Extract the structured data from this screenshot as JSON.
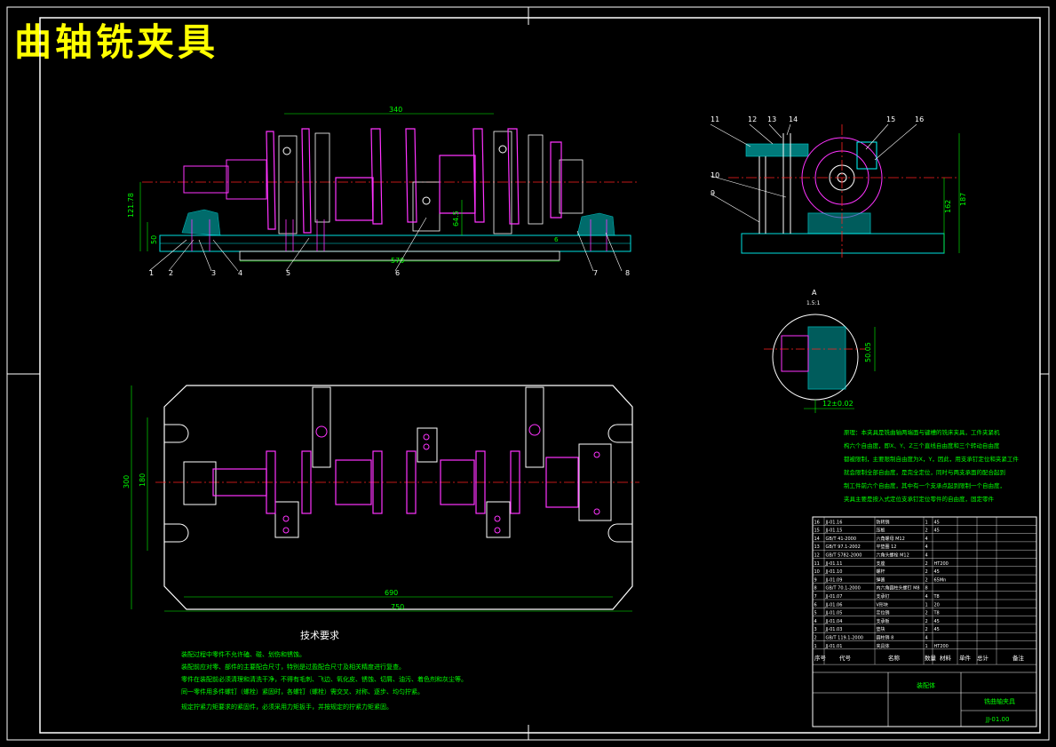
{
  "title": "曲轴铣夹具",
  "dimensions": {
    "front_top": "340",
    "front_bottom": "570",
    "front_left_a": "121.78",
    "front_left_b": "50",
    "front_mid": "64.5",
    "front_small": "6",
    "side_a": "162",
    "side_b": "187",
    "plan_bottom_a": "690",
    "plan_bottom_b": "750",
    "plan_left_a": "300",
    "plan_left_b": "180",
    "detail_a": "50.05",
    "detail_b": "12±0.02"
  },
  "detail_label": "A",
  "detail_scale": "1.5:1",
  "front_labels": [
    "1",
    "2",
    "3",
    "4",
    "5",
    "6",
    "7",
    "8"
  ],
  "side_labels": [
    "11",
    "12",
    "13",
    "14",
    "15",
    "16",
    "10",
    "9"
  ],
  "tech_title": "技术要求",
  "tech_lines": [
    "装配过程中零件不允许磕、碰、划伤和锈蚀。",
    "装配前应对零、部件的主要配合尺寸，特别是过盈配合尺寸及相关精度进行复查。",
    "零件在装配前必须清理和清洗干净，不得有毛刺、飞边、氧化皮、锈蚀、切屑、油污、着色剂和灰尘等。",
    "同一零件用多件螺钉（螺栓）紧固时，各螺钉（螺栓）需交叉、对称、逐步、均匀拧紧。",
    "规定拧紧力矩要求的紧固件，必须采用力矩扳手，并按规定的拧紧力矩紧固。"
  ],
  "note_lines": [
    "原理：本夹具是铣曲轴两端面与键槽的铣床夹具，工件夹紧机",
    "构六个自由度，即X、Y、Z三个直线自由度和三个转动自由度",
    "都被限制，主要限制自由度为X，Y，因此，用支承钉定位和夹紧工件",
    "就会限制全部自由度，是完全定位，同时与两支承面的配合起到",
    "制工件前六个自由度，其中有一个支承点起到限制一个自由度，",
    "夹具主要是按入式定位支承钉定位零件的自由度，固定零件"
  ],
  "bom_header": [
    "序号",
    "代号",
    "名称",
    "数量",
    "材料",
    "单件",
    "总计",
    "备注"
  ],
  "bom_rows": [
    [
      "16",
      "JJ-01.16",
      "防转销",
      "1",
      "45",
      ""
    ],
    [
      "15",
      "JJ-01.15",
      "压板",
      "2",
      "45",
      ""
    ],
    [
      "14",
      "GB/T 41-2000",
      "六角螺母 M12",
      "4",
      "",
      ""
    ],
    [
      "13",
      "GB/T 97.1-2002",
      "平垫圈 12",
      "4",
      "",
      ""
    ],
    [
      "12",
      "GB/T 5782-2000",
      "六角头螺栓 M12",
      "4",
      "",
      ""
    ],
    [
      "11",
      "JJ-01.11",
      "支座",
      "2",
      "HT200",
      ""
    ],
    [
      "10",
      "JJ-01.10",
      "螺杆",
      "2",
      "45",
      ""
    ],
    [
      "9",
      "JJ-01.09",
      "弹簧",
      "2",
      "65Mn",
      ""
    ],
    [
      "8",
      "GB/T 70.1-2000",
      "内六角圆柱头螺钉 M8",
      "8",
      "",
      ""
    ],
    [
      "7",
      "JJ-01.07",
      "支承钉",
      "4",
      "T8",
      ""
    ],
    [
      "6",
      "JJ-01.06",
      "V形块",
      "1",
      "20",
      ""
    ],
    [
      "5",
      "JJ-01.05",
      "定位销",
      "2",
      "T8",
      ""
    ],
    [
      "4",
      "JJ-01.04",
      "支承板",
      "2",
      "45",
      ""
    ],
    [
      "3",
      "JJ-01.03",
      "垫块",
      "2",
      "45",
      ""
    ],
    [
      "2",
      "GB/T 119.1-2000",
      "圆柱销 8",
      "4",
      "",
      ""
    ],
    [
      "1",
      "JJ-01.01",
      "夹具体",
      "1",
      "HT200",
      ""
    ]
  ],
  "titleblock_name": "铣曲轴夹具",
  "titleblock_code": "JJ-01.00",
  "titleblock_material": "装配体"
}
